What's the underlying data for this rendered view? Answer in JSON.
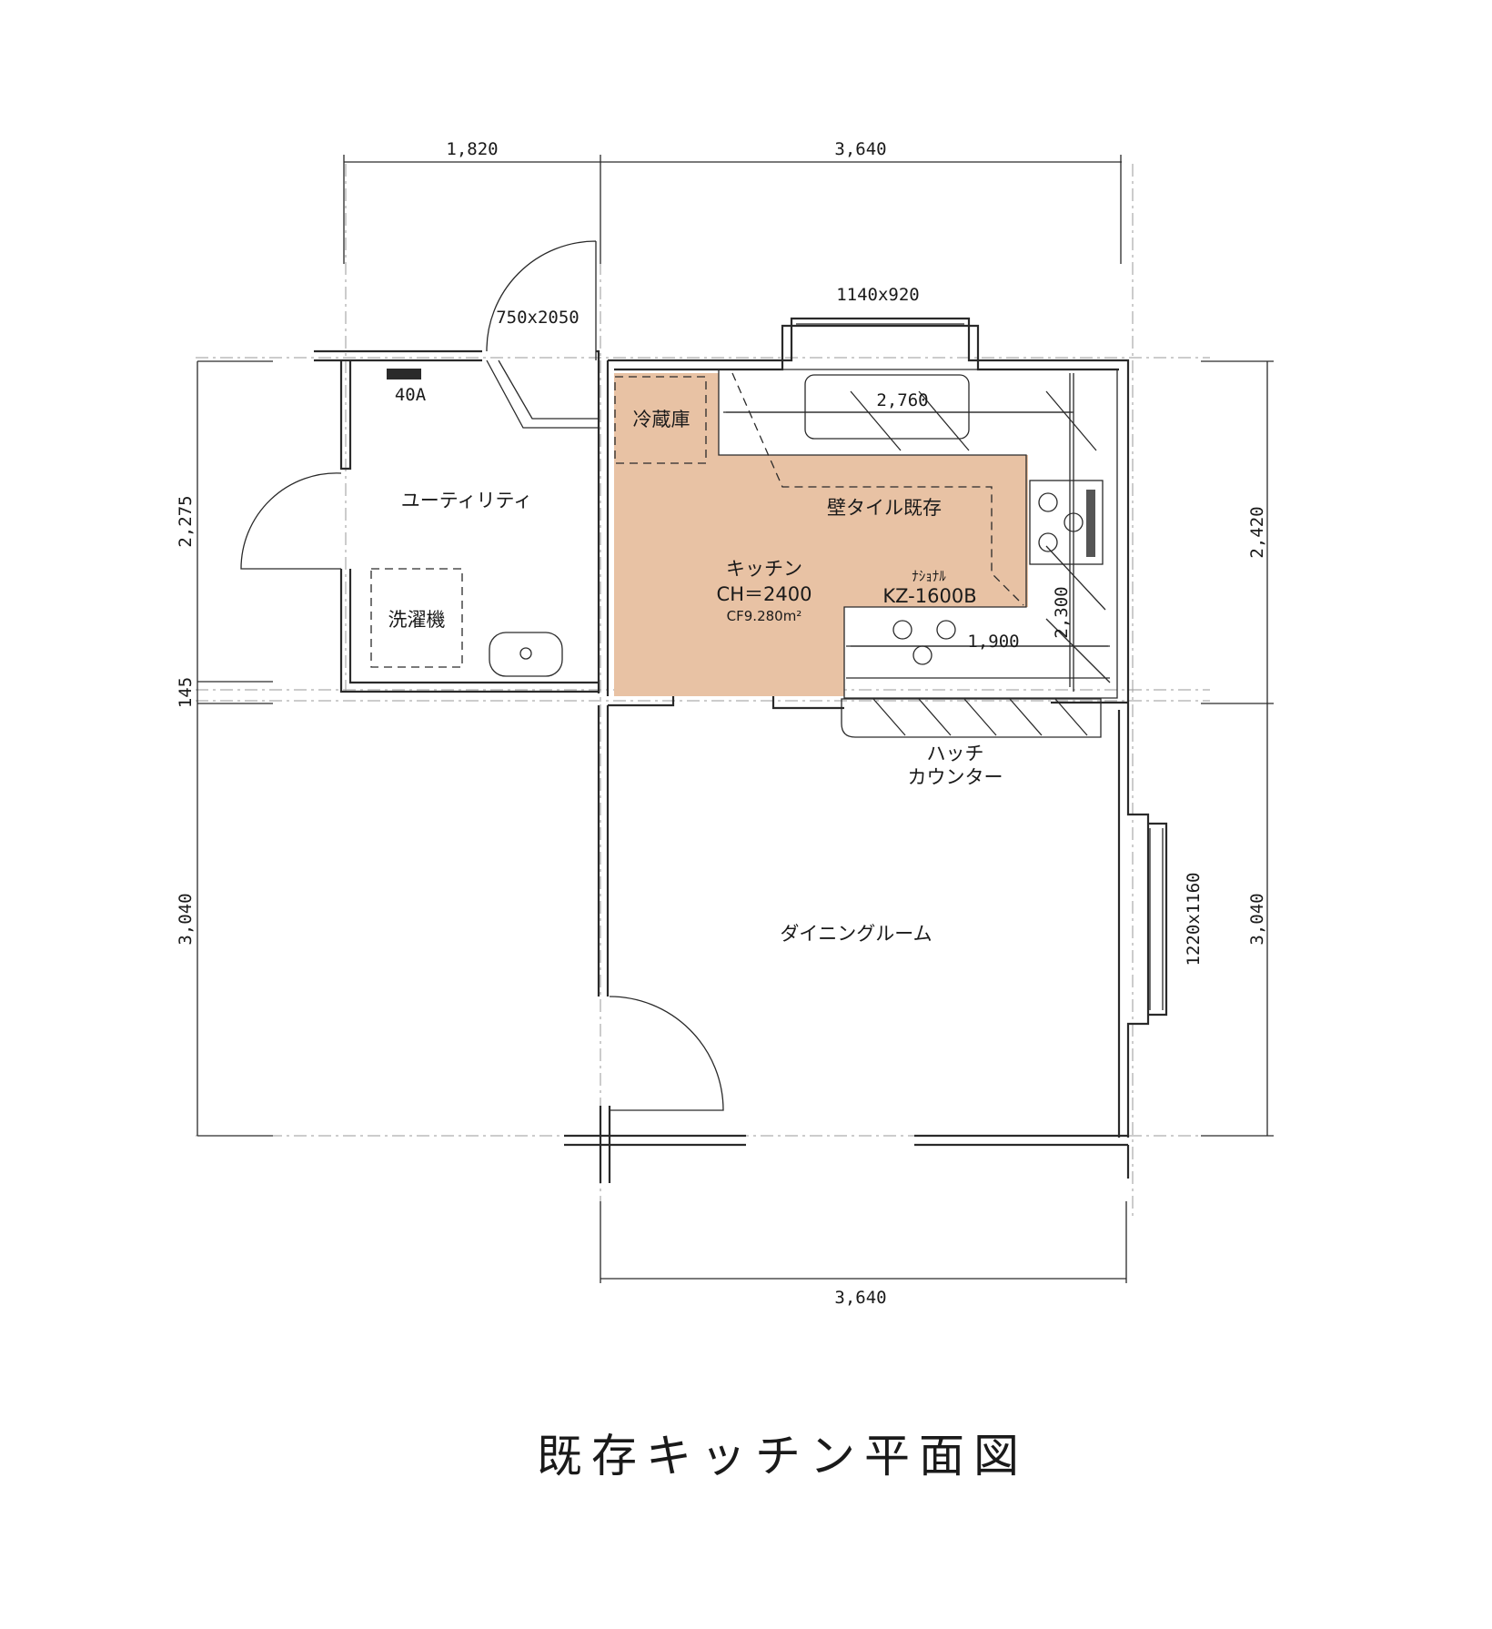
{
  "title": "既存キッチン平面図",
  "colors": {
    "kitchen_fill": "#e8c2a4",
    "line": "#2a2a2a",
    "background": "#ffffff"
  },
  "dimensions": {
    "top_left": "1,820",
    "top_right": "3,640",
    "bottom": "3,640",
    "left_upper": "2,275",
    "left_middle": "145",
    "left_lower": "3,040",
    "right_upper": "2,420",
    "right_lower": "3,040"
  },
  "openings": {
    "top_window": "1140x920",
    "door": "750x2050",
    "side_window": "1220x1160",
    "breaker": "40A"
  },
  "rooms": {
    "utility": "ユーティリティ",
    "washer": "洗濯機",
    "fridge": "冷蔵庫",
    "kitchen": "キッチン",
    "ceiling_height": "CH＝2400",
    "floor": "CF9.280m²",
    "dining": "ダイニングルーム"
  },
  "kitchen_details": {
    "wall_tile": "壁タイル既存",
    "maker": "ﾅｼｮﾅﾙ",
    "model": "KZ-1600B",
    "counter_upper_length": "2,760",
    "counter_lower_length": "1,900",
    "counter_side_length": "2,300",
    "hatch_line1": "ハッチ",
    "hatch_line2": "カウンター"
  }
}
